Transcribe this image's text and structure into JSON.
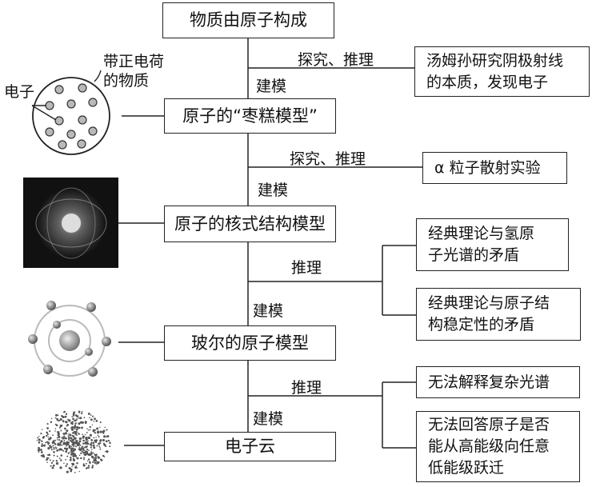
{
  "main_nodes": [
    "物质由原子构成",
    "原子的“枣糕模型”",
    "原子的核式结构模型",
    "玻尔的原子模型",
    "电子云"
  ],
  "edge_labels": {
    "explore_reason": "探究、推理",
    "reason": "推理",
    "model": "建模"
  },
  "side_nodes": {
    "thomson": "汤姆孙研究阴极射线\n的本质，发现电子",
    "alpha": "α 粒子散射实验",
    "spectrum": "经典理论与氢原\n子光谱的矛盾",
    "stability": "经典理论与原子结\n构稳定性的矛盾",
    "complex": "无法解释复杂光谱",
    "transition": "无法回答原子是否\n能从高能级向任意\n低能级跃迁"
  },
  "illustration_labels": {
    "positive": "带正电荷\n的物质",
    "electron": "电子"
  }
}
